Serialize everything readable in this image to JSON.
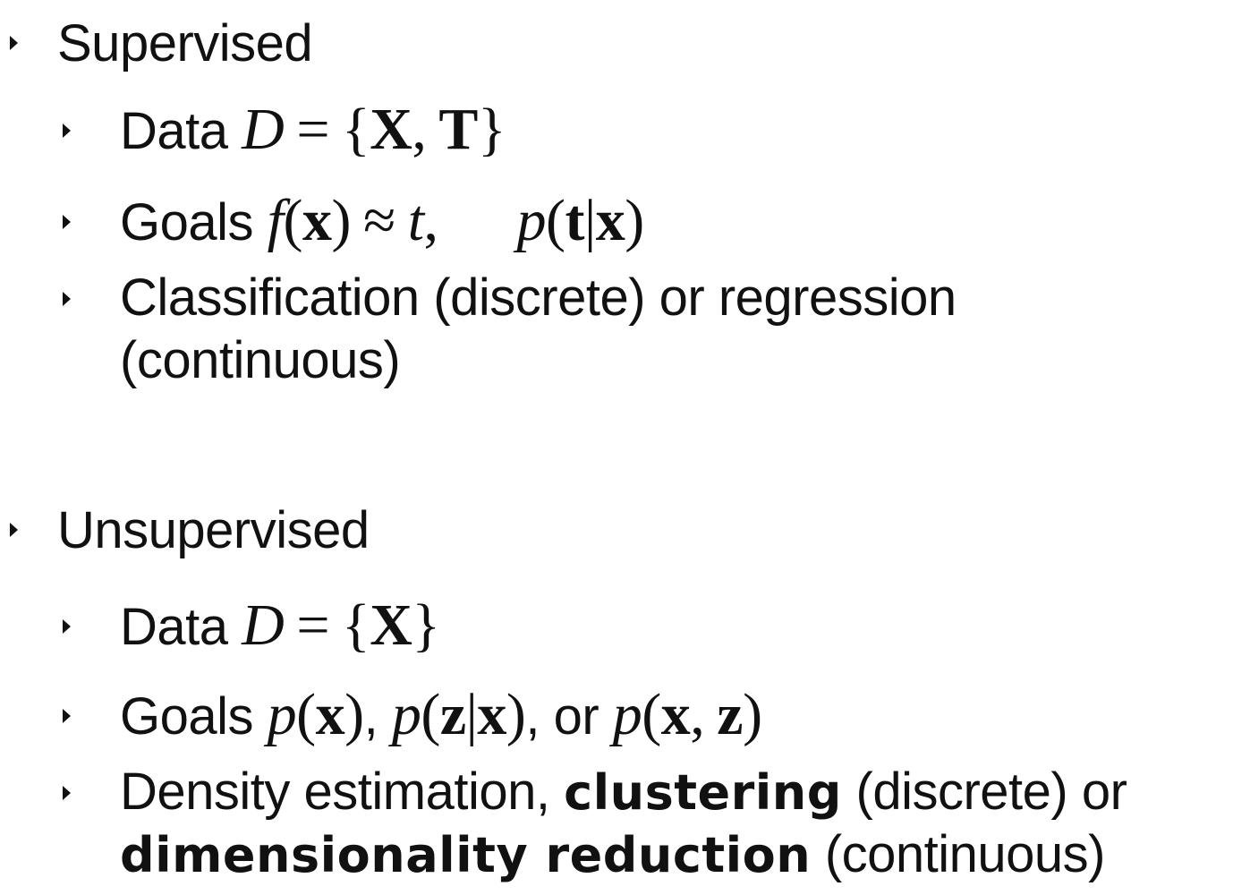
{
  "sections": [
    {
      "heading": "Supervised",
      "data_label": "Data",
      "data_math": {
        "var": "D",
        "eq": "=",
        "open": "{",
        "items": [
          "X",
          ",",
          "T"
        ],
        "close": "}"
      },
      "goals_label": "Goals",
      "goals_math": {
        "f": "f",
        "lp": "(",
        "x": "x",
        "rp": ")",
        "approx": "≈",
        "t": "t",
        "comma": ",",
        "p": "p",
        "lp2": "(",
        "tb": "t",
        "bar": "|",
        "xb": "x",
        "rp2": ")"
      },
      "desc_line1": "Classification (discrete) or regression",
      "desc_line2": "(continuous)"
    },
    {
      "heading": "Unsupervised",
      "data_label": "Data",
      "data_math": {
        "var": "D",
        "eq": "=",
        "open": "{",
        "items": [
          "X"
        ],
        "close": "}"
      },
      "goals_label": "Goals",
      "goals_text": {
        "sep1": ",",
        "sep2": ", or"
      },
      "goals_math": {
        "p": "p",
        "lp": "(",
        "x": "x",
        "rp": ")",
        "z": "z",
        "bar": "|",
        "comma": ","
      },
      "desc_part1": "Density estimation,",
      "desc_bold1": "clustering",
      "desc_part2": "(discrete) or",
      "desc_bold2": "dimensionality reduction",
      "desc_part3": "(continuous)"
    }
  ]
}
